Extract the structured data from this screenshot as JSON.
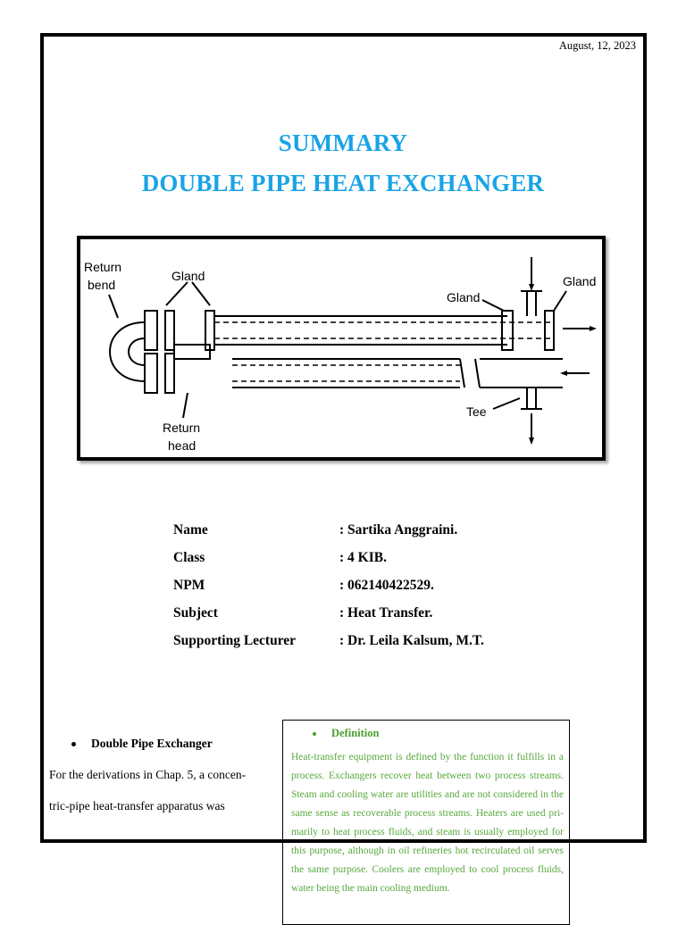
{
  "header": {
    "date": "August, 12, 2023"
  },
  "title": {
    "line1": "SUMMARY",
    "line2": "DOUBLE PIPE HEAT EXCHANGER"
  },
  "figure": {
    "labels": {
      "return_bend_1": "Return",
      "return_bend_2": "bend",
      "gland_left": "Gland",
      "gland_mid": "Gland",
      "gland_right": "Gland",
      "return_head_1": "Return",
      "return_head_2": "head",
      "tee": "Tee"
    }
  },
  "info": [
    {
      "label": "Name",
      "value": ": Sartika Anggraini."
    },
    {
      "label": "Class",
      "value": ": 4 KIB."
    },
    {
      "label": "NPM",
      "value": ": 062140422529."
    },
    {
      "label": "Subject",
      "value": ": Heat Transfer."
    },
    {
      "label": "Supporting Lecturer",
      "value": ": Dr. Leila Kalsum, M.T."
    }
  ],
  "left_section": {
    "heading": "Double Pipe Exchanger",
    "line1": "For the derivations in Chap. 5, a concen-",
    "line2": "tric-pipe heat-transfer apparatus was"
  },
  "definition": {
    "heading": "Definition",
    "text": "Heat-transfer equipment is defined by the function it fulfills in a process. Exchangers recover heat between two process streams. Steam and cooling water are utilities and are not considered in the same sense as recoverable process streams. Heaters are used pri- marily to heat process fluids, and steam is usually employed for this purpose, although in oil refineries hot recirculated oil serves the same purpose. Coolers are employed to cool process fluids, water being the main cooling medium."
  },
  "colors": {
    "title": "#1aa3e6",
    "definition": "#4a9e2f"
  }
}
